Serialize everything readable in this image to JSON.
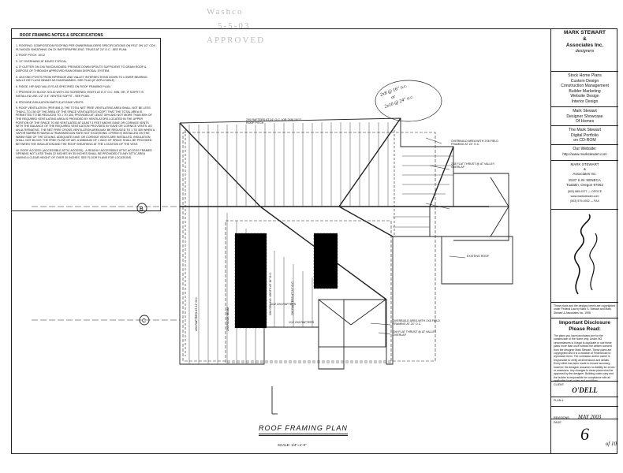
{
  "stamp": {
    "line1": "Washco",
    "line2": "5-5-03",
    "line3": "APPROVED"
  },
  "notes": {
    "title": "ROOF FRAMING NOTES & SPECIFICATIONS",
    "items": [
      "1. ROOFING: COMPOSITION ROOFING PER OWNER/BUILDERS SPECIFICATIONS ON FELT ON 1/2\" CDX PLYWOOD SHEATHING ON 2X RAFTERS/PRE-ENG. TRUSS AT 24\" O.C. -SEE PLAN.",
      "2. ROOF PITCH: 10/12",
      "3. 12\" OVERHANG AT EAVES TYPICAL",
      "4. 5\" GUTTER ON 2X6 FASCIA BOARD. PROVIDE DOWN SPOUTS SUFFICIENT TO DRAIN ROOF & DISPOSE OF THROUGH APPROVED RAIN DRAIN DISPOSAL SYSTEM.",
      "5. 4X4 KING POSTS FROM HIP/RIDGE AND VALLEY INTERSECTIONS DOWN TO LOWER BEARING WALLS OR FLUSH BEAMS AS DIAGRAMMED -SEE PLAN (IF APPLICABLE)",
      "6. RIDGE, HIP AND VALLEYS AS SPECIFIED ON ROOF FRAMING PLAN.",
      "7. PROVIDE 2x BLOCK SOLID WITH 2x2 SCREENED VENTS AT 8'-0\" O.C. MIN. OR, IF SOFFIT IS INSTALLED USE 1/2\" X 8\" VENTED SOFFIT - SEE PLAN.",
      "8. PROVIDE INSULATION BAFFLE AT EAVE VENTS.",
      "9. ROOF VENTILATION: (PER 806.2) THE TOTAL NET FREE VENTILATING AREA SHALL NOT BE LESS THAN 1 TO 150 OF THE AREA OF THE SPACE VENTILATED EXCEPT THAT THE TOTAL AREA IS PERMITTED TO BE REDUCED TO 1 TO 300, PROVIDED AT LEAST 50% AND NOT MORE THAN 80% OF THE REQUIRED VENTILATING AREA IS PROVIDED BY VENTILATORS LOCATED IN THE UPPER PORTION OF THE SPACE TO BE VENTILATED AT LEAST 3 FEET ABOVE EAVE OR CORNICE VENTS WITH THE BALANCE OF THE REQUIRED VENTILATION PROVIDED BY EAVE OR CORNICE VENTS. AS AN ALTERNATIVE, THE NET FREE CROSS-VENTILATION AREA MAY BE REDUCED TO 1 TO 300 WHEN A VAPOR BARRIER HAVING A TRANSMISSION RATE NOT EXCEEDING 1 PERM IS INSTALLED ON THE WARM SIDE OF THE CEILING. ADEQUATE EAVE OR CORNICE VENTS ARE INSTALLED, INSULATION SHALL NOT BLOCK THE FREE FLOW OF AIR. A MINIMUM OF 1 INCH OF SPACE SHALL BE PROVIDED BETWEEN THE INSULATION AND THE ROOF SHEATHING AT THE LOCATION OF THE VENT.",
      "10. ROOF ACCESS: (ACCESSIBLE ATTIC ACCESS) - A READILY ACCESSIBLE ATTIC ACCESS FRAMED OPENING NOT LESS THAN 22 INCHES BY 30 INCHES SHALL BE PROVIDED TO ANY ATTIC AREA HAVING A CLEAR HEIGHT OF OVER 30 INCHES. SEE FLOOR PLANS FOR LOCATIONS."
    ]
  },
  "titleblock": {
    "company": [
      "MARK STEWART",
      "&",
      "Associates Inc."
    ],
    "company_sub": "designers",
    "services": [
      "Stock Home Plans",
      "Custom Design",
      "Construction Management",
      "Builder Marketing",
      "Website Design",
      "Interior Design"
    ],
    "showcase": [
      "Mark Stewart",
      "Designer Showcase",
      "Of Homes"
    ],
    "portfolio": [
      "The Mark Stewart",
      "Digital Portfolio",
      "on CD-ROM"
    ],
    "website_label": "Our Website:",
    "website": "http://www.markstewart.com",
    "address": [
      "MARK STEWART",
      "&",
      "Associates Inc.",
      "8137 S.W. SENECA",
      "Tualatin, Oregon 97062"
    ],
    "phones": [
      "(503) 885-9377 — OFFICE",
      "www.markstewart.com",
      "(503) 579-4932 — FAX"
    ],
    "copyright": "These plans and the designs herein are copyrighted under Federal Law by Mark S. Stewart and Mark Stewart & Associates Inc. 1998",
    "disclosure_heading": [
      "Important Disclosure",
      "Please Read:"
    ],
    "disclosure_text": "The plans you have purchased are for the construction of the home only. Under NO circumstances is it legal to duplicate or use these plans more than once without the written consent from the designer Mark Stewart. These plans are copyrighted and it is a violation of Federal law to reproduce them. The contractor and/or owner is responsible to verify all dimensions and details. Every effort has been made to ensure accuracy; however the designer assumes no liability for errors or omissions. Any changes to these plans must be approved by the designer. Building codes vary and the builder is responsible for compliance with all applicable local codes and conditions.",
    "client_label": "CLIENT:",
    "client": "O'DELL",
    "plan_label": "PLAN #",
    "revisions_label": "REVISIONS:",
    "revision": "MAY 2003",
    "page_label": "PAGE",
    "page": "6",
    "of": "of 10"
  },
  "plan": {
    "title": "ROOF FRAMING PLAN",
    "scale": "SCALE: 1/4\"=1'-0\"",
    "callouts": {
      "rafters_top": "2X6 RAFTERS AT 24\" O.C. (OR 2X8) 10/12 ROOF PITCH",
      "overbuild_top": "OVERBUILD AREA WITH 2X6 FIELD FRAMING AT 24\" O.C.",
      "valley_top": "2X8 FLAT THRUST @ AT VALLEY OVERLAP",
      "existing_roof": "EXISTING ROOF",
      "overbuild_bot": "OVERBUILD AREA WITH 2X6 FIELD FRAMING AT 24\" O.C.",
      "valley_bot": "2X8 FLAT THRUST @ AT VALLEY OVERLAP",
      "rafters_a": "1/12 2X6 RAFTERS",
      "rafters_b": "1/12 2X6 RAFTERS"
    },
    "vertical_labels": [
      "2X6 RAFTERS AT 24\" O.C.",
      "2X8 RIDGE BEAM",
      "2X6 CEILING JOISTS AT 16\" O.C.",
      "2X6 RAFTERS AT 24\" O.C."
    ],
    "handwritten": [
      "2x8 @ 16\" o.c.",
      "or",
      "2x10 @ 24\" o.c."
    ],
    "grid_markers": [
      "B",
      "C"
    ]
  }
}
